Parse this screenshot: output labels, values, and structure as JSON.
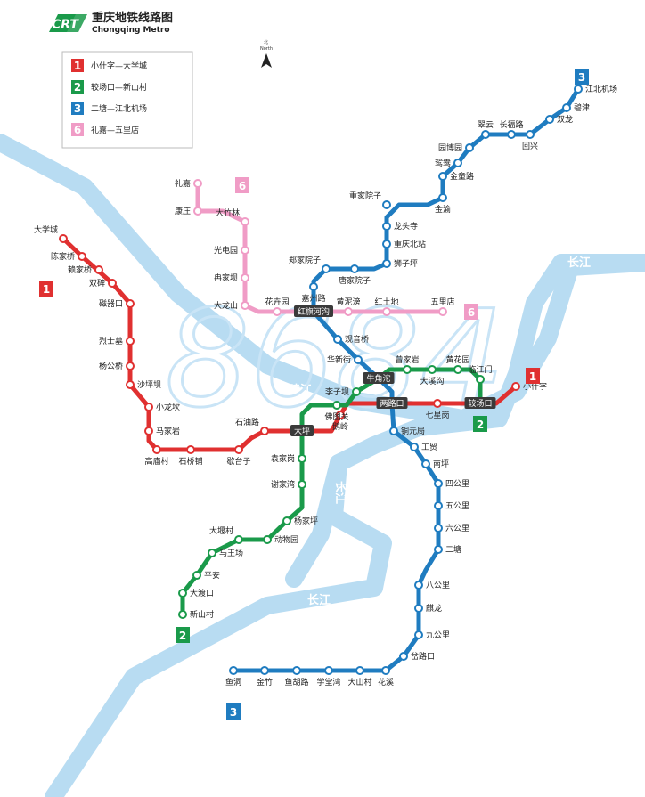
{
  "title": {
    "cn": "重庆地铁线路图",
    "en": "Chongqing Metro"
  },
  "north": {
    "cn": "北",
    "en": "North"
  },
  "watermark": "8684",
  "colors": {
    "line1": "#e03030",
    "line2": "#1a9a4a",
    "line3": "#1f7cc0",
    "line6": "#f09cc6",
    "river": "#b8dcf2",
    "interchange": "#3a3a3a"
  },
  "legend": [
    {
      "num": "1",
      "label": "小什字—大学城",
      "color": "#e03030"
    },
    {
      "num": "2",
      "label": "较场口—新山村",
      "color": "#1a9a4a"
    },
    {
      "num": "3",
      "label": "二塘—江北机场",
      "color": "#1f7cc0"
    },
    {
      "num": "6",
      "label": "礼嘉—五里店",
      "color": "#f09cc6"
    }
  ],
  "rivers": {
    "changjiang": "长江",
    "jialingjiang": "嘉陵江"
  },
  "lines": [
    {
      "id": "1",
      "color": "#e03030",
      "stations": [
        "小什字",
        "较场口",
        "七星岗",
        "两路口",
        "鹅岭",
        "大坪",
        "石油路",
        "歇台子",
        "石桥铺",
        "高庙村",
        "马家岩",
        "小龙坎",
        "沙坪坝",
        "杨公桥",
        "烈士墓",
        "磁器口",
        "双碑",
        "赖家桥",
        "陈家桥",
        "大学城"
      ]
    },
    {
      "id": "2",
      "color": "#1a9a4a",
      "stations": [
        "较场口",
        "临江门",
        "黄花园",
        "大溪沟",
        "曾家岩",
        "牛角沱",
        "李子坝",
        "佛图关",
        "大坪",
        "袁家岗",
        "谢家湾",
        "杨家坪",
        "动物园",
        "大堰村",
        "马王场",
        "平安",
        "大渡口",
        "新山村"
      ]
    },
    {
      "id": "3",
      "color": "#1f7cc0",
      "stations": [
        "江北机场",
        "碧津",
        "双龙",
        "回兴",
        "长福路",
        "翠云",
        "园博园",
        "鸳鸯",
        "金童路",
        "金渝",
        "重家院子",
        "龙头寺",
        "重庆北站",
        "狮子坪",
        "唐家院子",
        "郑家院子",
        "嘉州路",
        "红旗河沟",
        "观音桥",
        "华新街",
        "牛角沱",
        "两路口",
        "铜元局",
        "工贸",
        "南坪",
        "四公里",
        "五公里",
        "六公里",
        "二塘",
        "八公里",
        "麒龙",
        "九公里",
        "岔路口",
        "花溪",
        "大山村",
        "学堂湾",
        "鱼胡路",
        "金竹",
        "鱼洞"
      ]
    },
    {
      "id": "6",
      "color": "#f09cc6",
      "stations": [
        "礼嘉",
        "康庄",
        "大竹林",
        "光电园",
        "冉家坝",
        "大龙山",
        "花卉园",
        "红旗河沟",
        "黄泥滂",
        "红土地",
        "五里店"
      ]
    }
  ],
  "interchanges": [
    "红旗河沟",
    "牛角沱",
    "两路口",
    "大坪",
    "较场口"
  ]
}
